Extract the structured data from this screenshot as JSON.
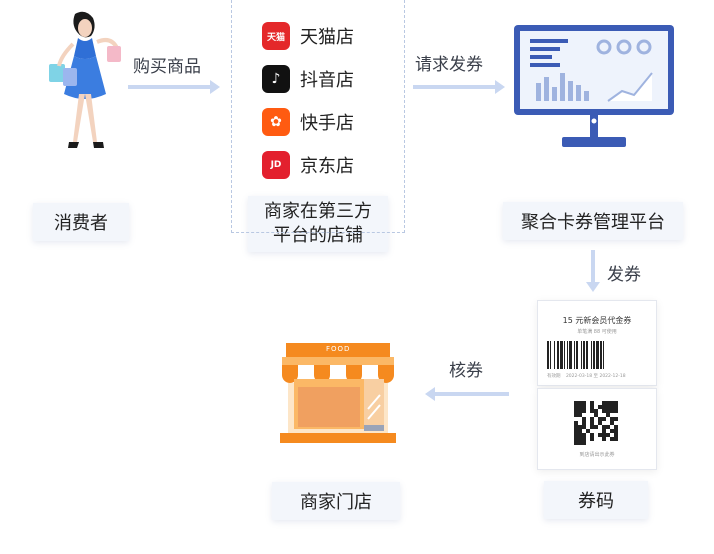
{
  "nodes": {
    "consumer": "消费者",
    "third_party_store": "商家在第三方\n平台的店铺",
    "platform": "聚合卡券管理平台",
    "coupon_code": "券码",
    "merchant_store": "商家门店"
  },
  "flows": {
    "buy": "购买商品",
    "request": "请求发券",
    "issue": "发券",
    "verify": "核券"
  },
  "stores": [
    {
      "name": "天猫店",
      "icon": "tmall-icon",
      "color": "#e4282a",
      "badge": "天猫"
    },
    {
      "name": "抖音店",
      "icon": "douyin-icon",
      "color": "#111111",
      "badge": "♪"
    },
    {
      "name": "快手店",
      "icon": "kuaishou-icon",
      "color": "#ff5b11",
      "badge": "✿"
    },
    {
      "name": "京东店",
      "icon": "jd-icon",
      "color": "#e3202e",
      "badge": "JD"
    }
  ],
  "coupon": {
    "title": "15 元新会员代金券",
    "subtitle": "单笔满 88 可使用",
    "validity_label": "有效期",
    "validity": "2022-03-18 至 2022-12-18",
    "footer": "到店请出示此券"
  },
  "store_sign": "FOOD",
  "colors": {
    "accent": "#3b5bb5",
    "arrow": "#c9d7f1",
    "awning": "#f58a1f"
  }
}
